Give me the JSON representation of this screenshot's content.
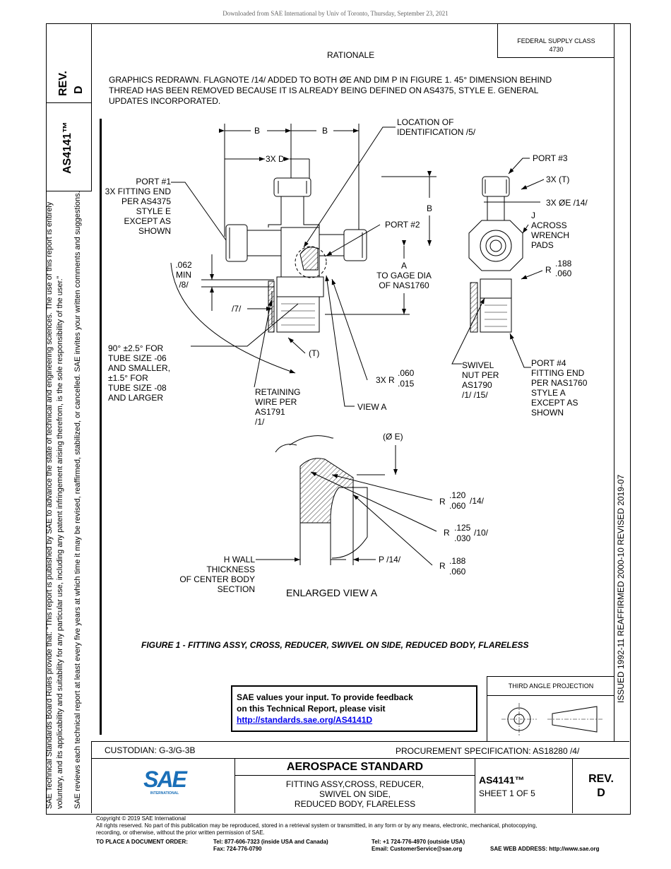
{
  "header_notice": "Downloaded from SAE International by Univ of Toronto, Thursday, September 23, 2021",
  "rev_box": {
    "label": "REV.",
    "value": "D"
  },
  "doc_number_side": "AS4141™",
  "federal_supply": {
    "line1": "FEDERAL SUPPLY CLASS",
    "line2": "4730"
  },
  "rationale": {
    "title": "RATIONALE",
    "text": "GRAPHICS REDRAWN. FLAGNOTE /14/ ADDED TO BOTH ØE AND DIM P IN FIGURE 1. 45° DIMENSION BEHIND THREAD HAS BEEN REMOVED BECAUSE IT IS ALREADY BEING DEFINED ON AS4375, STYLE E. GENERAL UPDATES INCORPORATED."
  },
  "left_margin_text": {
    "line1": "SAE Technical Standards Board Rules provide that: “This report is published by SAE to advance the state of technical and engineering sciences. The use of this report is entirely",
    "line2": "voluntary, and its applicability and suitability for any particular use, including any patent infringement arising therefrom, is the sole responsibility of the user.”",
    "line3": "SAE reviews each technical report at least every five years at which time it may be revised, reaffirmed, stabilized, or cancelled. SAE invites your written comments and suggestions."
  },
  "right_margin_text": "ISSUED 1992-11     REAFFIRMED 2000-10     REVISED 2019-07",
  "drawing_labels": {
    "b1": "B",
    "b2": "B",
    "b3": "B",
    "three_x_d": "3X D",
    "location_id": "LOCATION OF\nIDENTIFICATION  /5/",
    "port1": "PORT #1\n3X FITTING END\nPER AS4375\nSTYLE  E\nEXCEPT AS\nSHOWN",
    "port2": "PORT #2",
    "port3": "PORT #3",
    "three_x_t": "3X (T)",
    "three_x_e": "3X ØE  /14/",
    "j_wrench": "J\nACROSS\nWRENCH\nPADS",
    "r188_r": "R",
    "r188_top": ".188",
    "r188_bot": ".060",
    "min062": ".062\nMIN\n/8/",
    "flag7": "/7/",
    "a_gage": "A\nTO GAGE DIA\nOF NAS1760",
    "angle_note": "90° ±2.5° FOR\nTUBE SIZE -06\nAND SMALLER,\n±1.5° FOR\nTUBE SIZE -08\nAND LARGER",
    "t_label": "(T)",
    "three_x_r": "3X R",
    "r060_top": ".060",
    "r060_bot": ".015",
    "retaining": "RETAINING\nWIRE PER\nAS1791\n/1/",
    "view_a": "VIEW A",
    "swivel": "SWIVEL\nNUT PER\nAS1790\n/1/  /15/",
    "port4": "PORT #4\nFITTING END\nPER NAS1760\nSTYLE  A\nEXCEPT AS\nSHOWN",
    "e_label": "(Ø E)",
    "ev_r1_r": "R",
    "ev_r1_top": ".120",
    "ev_r1_bot": ".060",
    "ev_r1_flag": "/14/",
    "ev_r2_r": "R",
    "ev_r2_top": ".125",
    "ev_r2_bot": ".030",
    "ev_r2_flag": "/10/",
    "ev_r3_r": "R",
    "ev_r3_top": ".188",
    "ev_r3_bot": ".060",
    "p_label": "P /14/",
    "h_wall": "H  WALL\nTHICKNESS\nOF CENTER BODY\nSECTION",
    "enlarged_view": "ENLARGED  VIEW  A"
  },
  "figure_caption": "FIGURE 1 - FITTING ASSY, CROSS, REDUCER, SWIVEL ON SIDE, REDUCED BODY, FLARELESS",
  "feedback": {
    "line1": "SAE values your input. To provide feedback",
    "line2": "on this Technical Report, please visit",
    "link": "http://standards.sae.org/AS4141D"
  },
  "third_angle": "THIRD ANGLE PROJECTION",
  "custodian": "CUSTODIAN: G-3/G-3B",
  "procurement": "PROCUREMENT SPECIFICATION: AS18280 /4/",
  "logo": {
    "letters": "SAE",
    "sub": "INTERNATIONAL"
  },
  "standard_title": "AEROSPACE STANDARD",
  "description": {
    "line1": "FITTING ASSY,CROSS, REDUCER,",
    "line2": "SWIVEL ON SIDE,",
    "line3": "REDUCED BODY, FLARELESS"
  },
  "doc_number": "AS4141™",
  "sheet": "SHEET 1 OF 5",
  "rev_bottom": {
    "label": "REV.",
    "value": "D"
  },
  "footer": {
    "copyright": "Copyright © 2019 SAE International",
    "rights": "All rights reserved. No part of this publication may be reproduced, stored in a retrieval system or transmitted, in any form or by any means, electronic, mechanical, photocopying,",
    "rights2": "recording, or otherwise, without the prior written permission of SAE.",
    "order_label": "TO PLACE A DOCUMENT ORDER:",
    "tel_usa": "Tel: 877-606-7323 (inside USA and Canada)",
    "fax": "Fax: 724-776-0790",
    "tel_outside": "Tel: +1 724-776-4970 (outside USA)",
    "email": "Email: CustomerService@sae.org",
    "web": "SAE WEB ADDRESS: http://www.sae.org"
  }
}
